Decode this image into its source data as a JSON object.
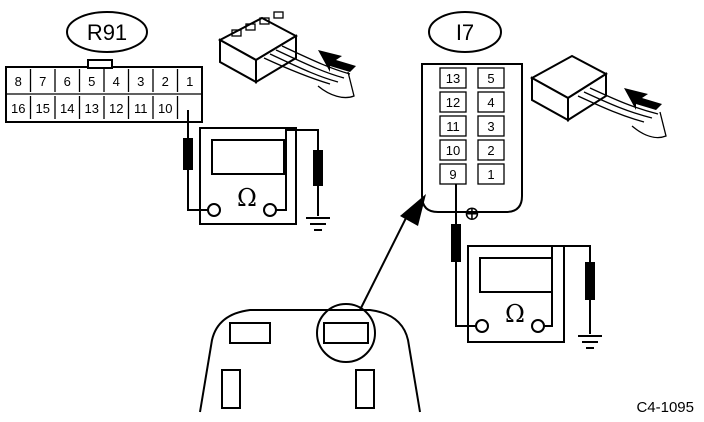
{
  "connectors": {
    "r91": {
      "label": "R91",
      "top_row": [
        "8",
        "7",
        "6",
        "5",
        "4",
        "3",
        "2",
        "1"
      ],
      "bottom_row": [
        "16",
        "15",
        "14",
        "13",
        "12",
        "11",
        "10",
        ""
      ]
    },
    "i7": {
      "label": "I7",
      "left_column": [
        "13",
        "12",
        "11",
        "10",
        "9"
      ],
      "right_column": [
        "5",
        "4",
        "3",
        "2",
        "1"
      ]
    }
  },
  "meters": {
    "left": {
      "symbol": "Ω"
    },
    "right": {
      "symbol": "Ω"
    },
    "ground_terminal_symbol": "⊕"
  },
  "figure_code": "C4-1095"
}
